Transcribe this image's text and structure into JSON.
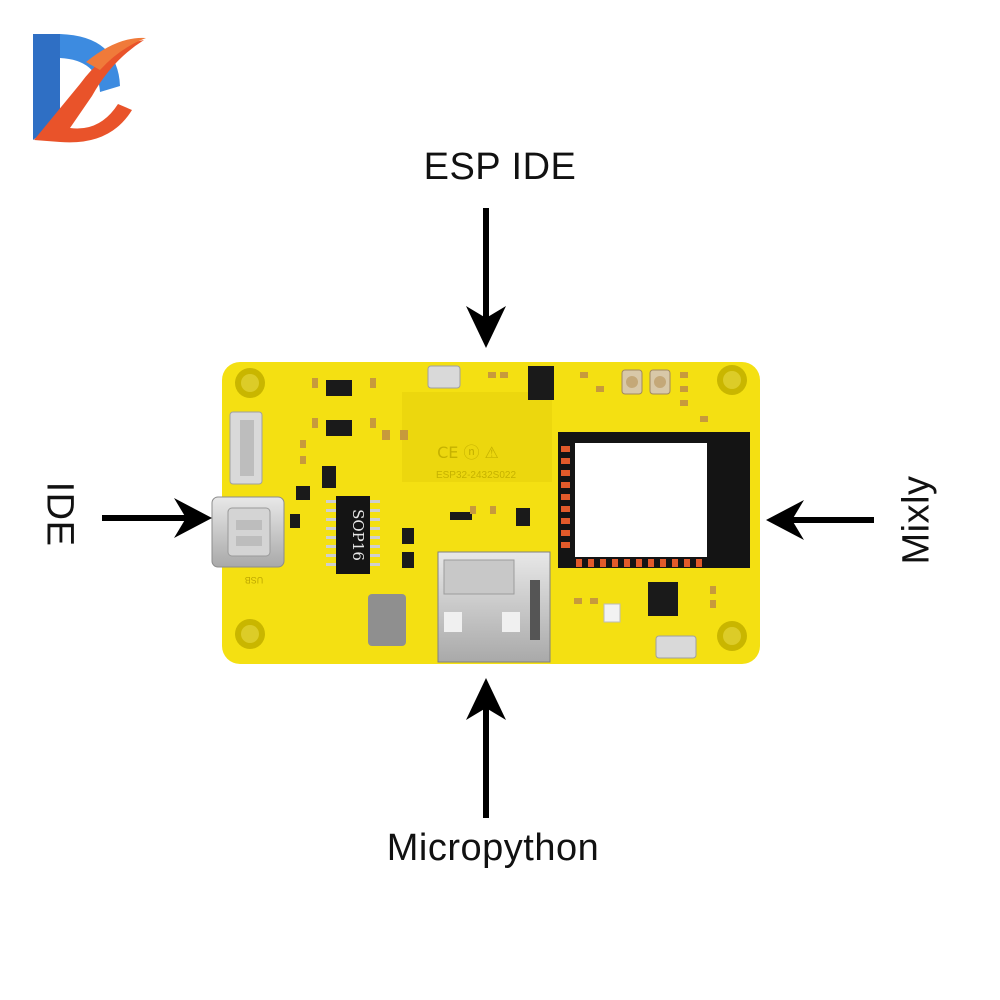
{
  "labels": {
    "top": "ESP IDE",
    "bottom": "Micropython",
    "left": "IDE",
    "right": "Mixly"
  },
  "board_marks": {
    "model": "ESP32-2432S022",
    "chip": "SOP16",
    "certs": "CE ⓝ ⚠",
    "usb_label": "USB"
  },
  "colors": {
    "pcb": "#f4e012",
    "pcb_dark": "#e1c400",
    "arrow": "#000000",
    "logo_blue": "#2f6fc4",
    "logo_orange": "#e9532a"
  }
}
